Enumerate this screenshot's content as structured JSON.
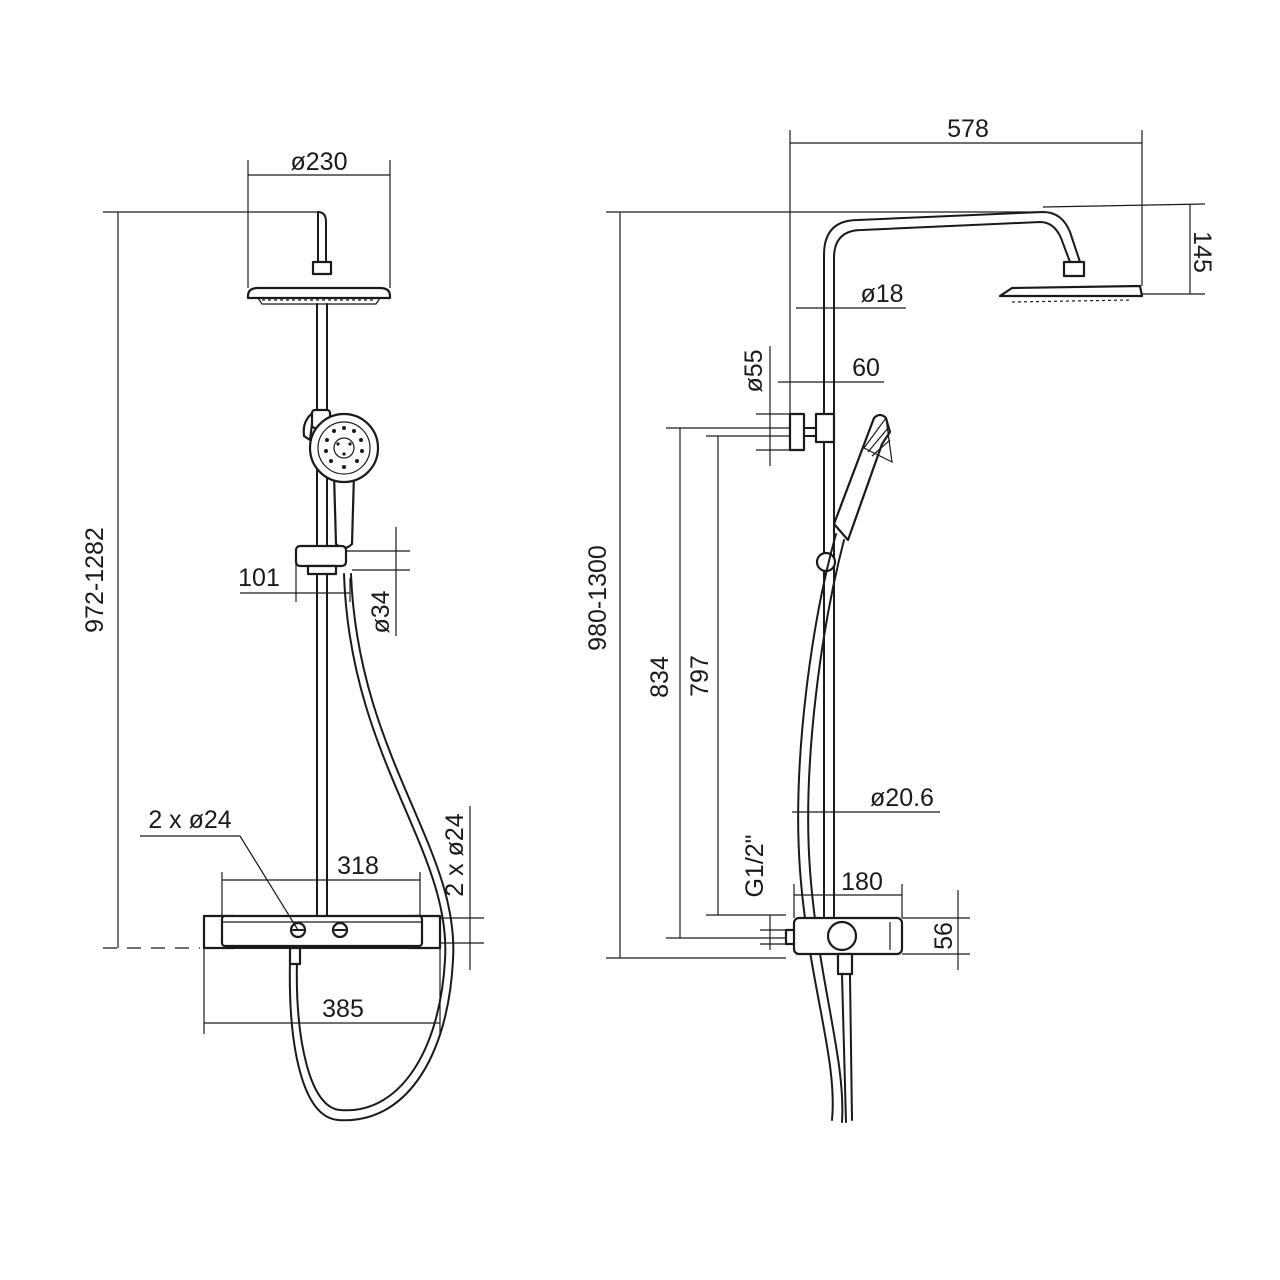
{
  "front_view": {
    "overall_height": "972-1282",
    "overhead_diameter": "ø230",
    "slider_offset": "101",
    "hand_shower_diameter": "ø34",
    "button_count_left": "2 x ø24",
    "button_count_right": "2 x ø24",
    "shelf_width": "318",
    "overall_width": "385"
  },
  "side_view": {
    "overall_height": "980-1300",
    "arm_projection": "578",
    "head_height": "145",
    "arm_diameter": "ø18",
    "bracket_diameter": "ø55",
    "wall_distance": "60",
    "bracket_to_bottom": "834",
    "bracket_to_inlet": "797",
    "rail_diameter": "ø20.6",
    "inlet_thread": "G1/2\"",
    "body_depth": "180",
    "body_height": "56"
  }
}
